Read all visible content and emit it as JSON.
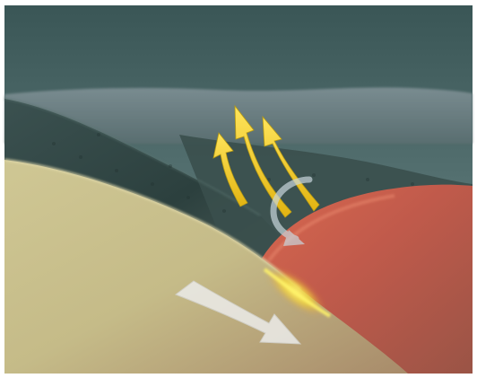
{
  "diagram": {
    "type": "illustration",
    "elements": [
      "sky",
      "forested-hills",
      "cool-ground-mass",
      "warm-red-mass",
      "heat-rising-arrows",
      "motion-arrow",
      "glowing-contact-zone"
    ],
    "colors": {
      "sky_top": "#3b5757",
      "sky_bottom": "#6f8787",
      "hill_far": "#7e8f95",
      "hill_near": "#2f4544",
      "ground": "#c7c08c",
      "ground_shade": "#a98c6b",
      "warm_mass": "#c15a4c",
      "warm_mass_shade": "#8e4b3e",
      "heat_arrow": "#f1cf1f",
      "heat_arrow_edge": "#b89b12",
      "white_arrow": "#e6e6e2",
      "glow": "#f3e03c"
    }
  }
}
